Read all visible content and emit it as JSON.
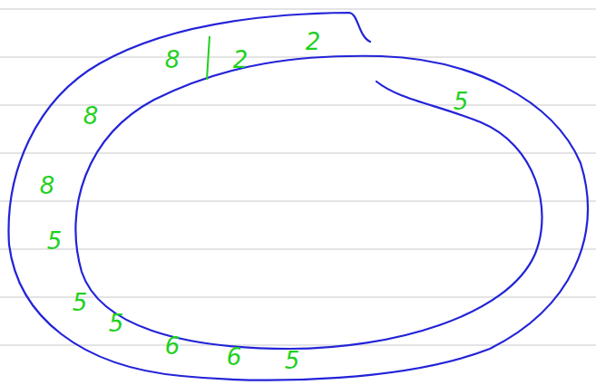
{
  "diagram": {
    "nodes": [
      {
        "text": [
          "8",
          "2",
          "2",
          "5",
          "8",
          "8",
          "5",
          "5",
          "5",
          "6",
          "6",
          "5"
        ]
      }
    ]
  }
}
